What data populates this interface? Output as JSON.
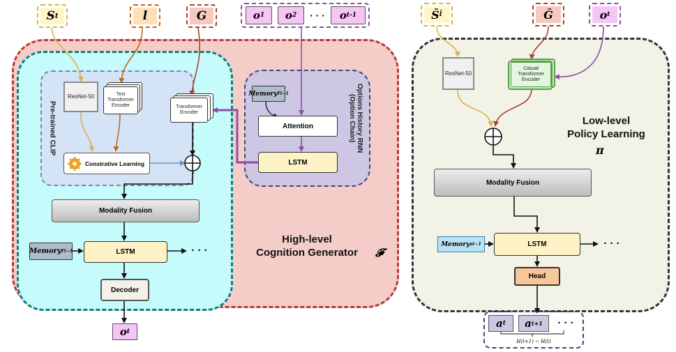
{
  "left": {
    "inputs": {
      "s_t": "S",
      "s_t_sub": "t",
      "l": "l",
      "g": "G"
    },
    "options": {
      "o1": "o",
      "o1_sub": "1",
      "o2": "o",
      "o2_sub": "2",
      "dots": "· · ·",
      "otm1": "o",
      "otm1_sub": "t-1"
    },
    "clip": {
      "title": "Pre-trained CLIP",
      "resnet": "ResNet-50",
      "text_encoder": [
        "Text",
        "Transformer",
        "Encoder"
      ],
      "constrative": "Constrative Learning"
    },
    "transformer_encoder": [
      "Transformer",
      "Encoder"
    ],
    "history": {
      "title": [
        "Options History RNN",
        "(Option Chain)"
      ],
      "memory": "Memory",
      "memory_sup": "F",
      "memory_sub": "t−1",
      "attention": "Attention",
      "lstm": "LSTM"
    },
    "modality_fusion": "Modality Fusion",
    "memory": "Memory",
    "memory_sup": "F",
    "memory_sub": "t−1",
    "lstm": "LSTM",
    "dots": "· · ·",
    "decoder": "Decoder",
    "output": "o",
    "output_sub": "t",
    "title": [
      "High-level",
      "Cognition Generator"
    ],
    "symbol": "𝓕"
  },
  "right": {
    "inputs": {
      "s_hat": "Ŝ",
      "s_hat_sub": "t̃",
      "g_hat": "Ĝ",
      "o_t": "o",
      "o_t_sub": "t"
    },
    "resnet": "ResNet-50",
    "causal_encoder": [
      "Casual",
      "Transformer",
      "Encoder"
    ],
    "title": [
      "Low-level",
      "Policy Learning"
    ],
    "symbol": "π",
    "modality_fusion": "Modality Fusion",
    "memory": "Memory",
    "memory_sup": "π",
    "memory_sub": "t−1",
    "lstm": "LSTM",
    "dots": "· · ·",
    "head": "Head",
    "actions": {
      "a_t": "a",
      "a_t_sub": "t",
      "a_t1": "a",
      "a_t1_sub": "t+1",
      "dots": "· · ·"
    },
    "horizon": "H(t+1) − H(t)"
  },
  "colors": {
    "high_level_bg": "#f5cdc8",
    "high_level_border": "#b83a3a",
    "cyan_bg": "#c5fbfb",
    "cyan_border": "#1a7a7a",
    "clip_bg": "#d4e4f6",
    "history_bg": "#cdc7e3",
    "low_level_bg": "#f3f2e6",
    "arrow_yellow": "#d9b24a",
    "arrow_orange": "#c4651a",
    "arrow_red": "#a5432e",
    "arrow_purple": "#8c4fa1",
    "arrow_blue": "#6e8fba"
  }
}
